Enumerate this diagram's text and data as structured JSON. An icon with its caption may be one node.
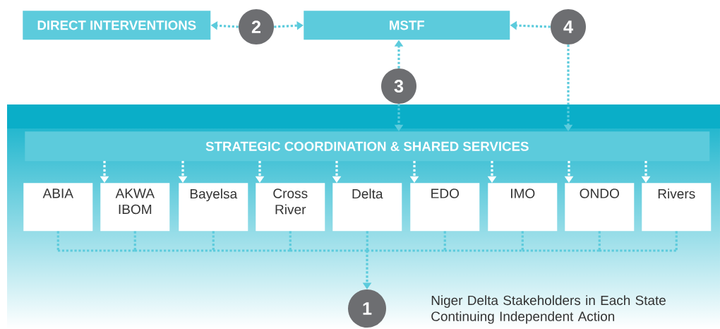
{
  "diagram": {
    "nodes": [
      {
        "text": [
          "DIRECT INTERVENTIONS"
        ]
      },
      {
        "text": [
          "2"
        ]
      },
      {
        "text": [
          "MSTF"
        ]
      },
      {
        "text": [
          "4"
        ]
      },
      {
        "text": [
          "3"
        ]
      },
      {
        "text": [
          "STRATEGIC COORDINATION & SHARED SERVICES"
        ]
      },
      {
        "text": [
          "ABIA"
        ]
      },
      {
        "text": [
          "AKWA IBOM"
        ]
      },
      {
        "text": [
          "Bayelsa"
        ]
      },
      {
        "text": [
          "Cross River"
        ]
      },
      {
        "text": [
          "Delta"
        ]
      },
      {
        "text": [
          "EDO"
        ]
      },
      {
        "text": [
          "IMO"
        ]
      },
      {
        "text": [
          "ONDO"
        ]
      },
      {
        "text": [
          "Rivers"
        ]
      },
      {
        "text": [
          "1"
        ],
        "beside": [
          "Niger Delta Stakeholders in Each State Continuing Independent Action"
        ]
      }
    ],
    "edges": [
      {
        "from": 1,
        "to": 0,
        "arrow": "to",
        "color": "#5ccbdc"
      },
      {
        "from": 1,
        "to": 2,
        "arrow": "to",
        "color": "#5ccbdc"
      },
      {
        "from": 3,
        "to": 2,
        "arrow": "to",
        "color": "#5ccbdc"
      },
      {
        "from": 4,
        "to": 2,
        "arrow": "to",
        "color": "#5ccbdc"
      },
      {
        "from": 4,
        "to": 5,
        "arrow": "to",
        "color": "#5ccbdc"
      },
      {
        "from": 3,
        "to": 5,
        "arrow": "to",
        "color": "#5ccbdc"
      },
      {
        "from": 5,
        "to": 7,
        "arrow": "to",
        "color": "#ffffff"
      },
      {
        "from": 5,
        "to": 8,
        "arrow": "to",
        "color": "#ffffff"
      },
      {
        "from": 5,
        "to": 9,
        "arrow": "to",
        "color": "#ffffff"
      },
      {
        "from": 5,
        "to": 10,
        "arrow": "to",
        "color": "#ffffff"
      },
      {
        "from": 5,
        "to": 11,
        "arrow": "to",
        "color": "#ffffff"
      },
      {
        "from": 5,
        "to": 12,
        "arrow": "to",
        "color": "#ffffff"
      },
      {
        "from": 5,
        "to": 13,
        "arrow": "to",
        "color": "#ffffff"
      },
      {
        "from": 5,
        "to": 14,
        "arrow": "to",
        "color": "#ffffff"
      },
      {
        "from": 6,
        "to": 15,
        "arrow": "to",
        "color": "#5ccbdc"
      },
      {
        "from": 7,
        "to": 15,
        "arrow": "to",
        "color": "#5ccbdc"
      },
      {
        "from": 8,
        "to": 15,
        "arrow": "to",
        "color": "#5ccbdc"
      },
      {
        "from": 9,
        "to": 15,
        "arrow": "to",
        "color": "#5ccbdc"
      },
      {
        "from": 10,
        "to": 15,
        "arrow": "to",
        "color": "#5ccbdc"
      },
      {
        "from": 11,
        "to": 15,
        "arrow": "to",
        "color": "#5ccbdc"
      },
      {
        "from": 12,
        "to": 15,
        "arrow": "to",
        "color": "#5ccbdc"
      },
      {
        "from": 13,
        "to": 15,
        "arrow": "to",
        "color": "#5ccbdc"
      },
      {
        "from": 14,
        "to": 15,
        "arrow": "to",
        "color": "#5ccbdc"
      }
    ]
  }
}
